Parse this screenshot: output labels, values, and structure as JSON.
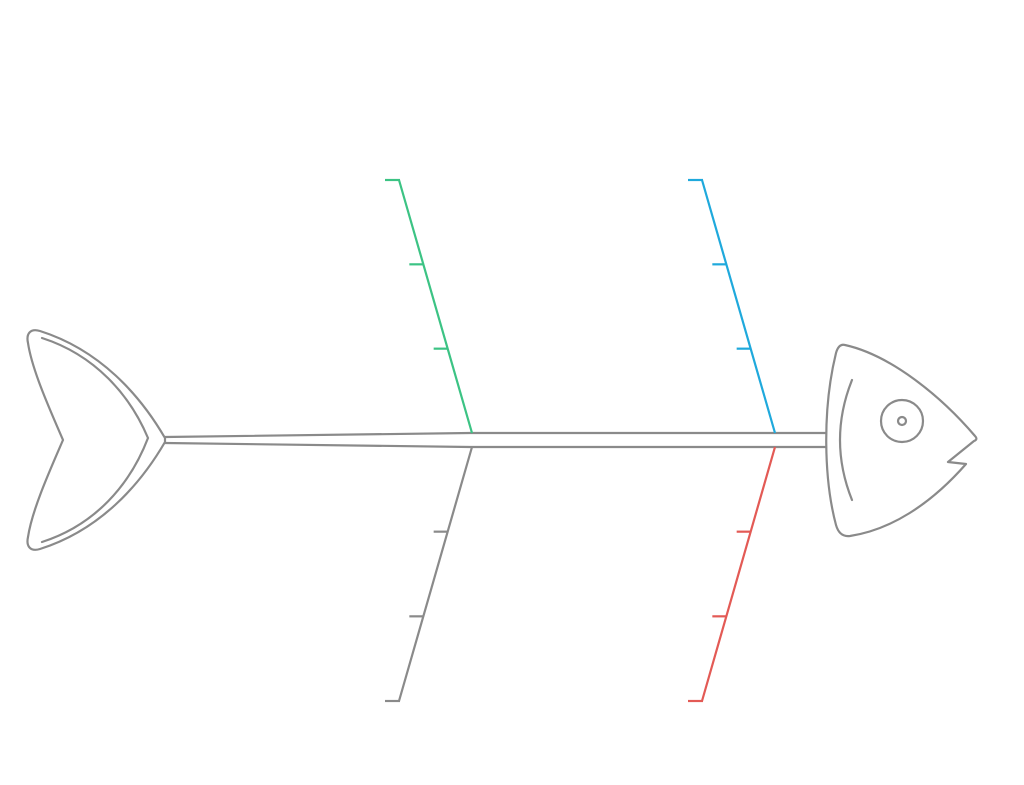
{
  "diagram": {
    "type": "fishbone",
    "title": "",
    "colors": {
      "outline": "#8a8a8a",
      "spine": "#8a8a8a"
    },
    "head": {
      "label": ""
    },
    "categories": [
      {
        "id": "top-left",
        "position": "top",
        "color": "#3cc384",
        "label": "",
        "causes": [
          "",
          "",
          ""
        ]
      },
      {
        "id": "top-right",
        "position": "top",
        "color": "#1fa9dc",
        "label": "",
        "causes": [
          "",
          "",
          ""
        ]
      },
      {
        "id": "bottom-left",
        "position": "bottom",
        "color": "#8a8a8a",
        "label": "",
        "causes": [
          "",
          "",
          ""
        ]
      },
      {
        "id": "bottom-right",
        "position": "bottom",
        "color": "#e35a55",
        "label": "",
        "causes": [
          "",
          "",
          ""
        ]
      }
    ]
  }
}
